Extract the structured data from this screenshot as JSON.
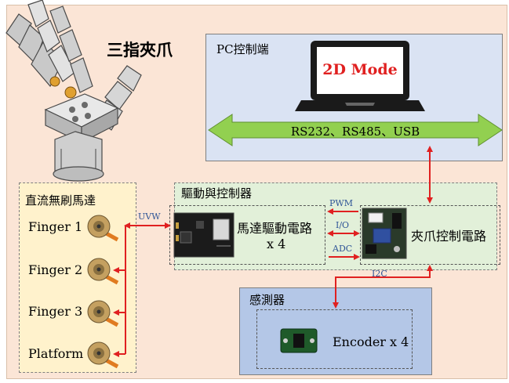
{
  "gripper": {
    "title": "三指夾爪"
  },
  "pc": {
    "title": "PC控制端",
    "screen_text": "2D Mode",
    "bus_label": "RS232、RS485、USB"
  },
  "drive": {
    "title": "驅動與控制器",
    "motor_driver_line1": "馬達驅動電路",
    "motor_driver_line2": "x 4",
    "controller_label": "夾爪控制電路",
    "signals": {
      "pwm": "PWM",
      "io": "I/O",
      "adc": "ADC",
      "i2c": "I2C"
    }
  },
  "motors": {
    "title": "直流無刷馬達",
    "bus_label": "UVW",
    "items": [
      {
        "label": "Finger 1"
      },
      {
        "label": "Finger 2"
      },
      {
        "label": "Finger 3"
      },
      {
        "label": "Platform"
      }
    ]
  },
  "sensor": {
    "title": "感測器",
    "encoder_label": "Encoder x 4"
  },
  "colors": {
    "gripper_bg": "#fbe5d6",
    "pc_bg": "#dae3f3",
    "drive_bg": "#e2f0d9",
    "motor_bg": "#fff2cc",
    "sensor_bg": "#b4c7e7",
    "bus_arrow": "#92d050",
    "signal_red": "#e02020",
    "signal_blue": "#2f5597"
  }
}
